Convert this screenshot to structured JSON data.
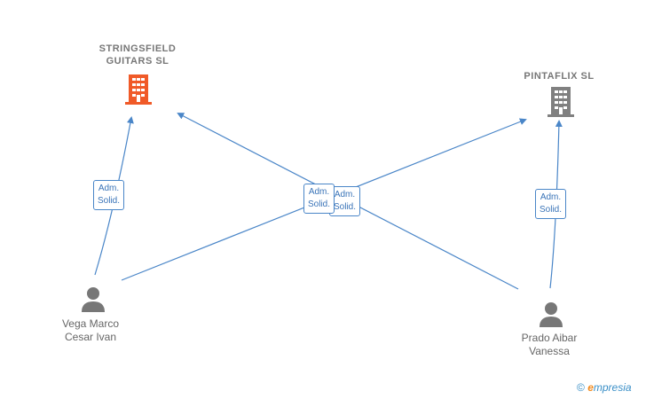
{
  "nodes": {
    "company1": {
      "name_line1": "STRINGSFIELD",
      "name_line2": "GUITARS  SL",
      "color": "#f05a28"
    },
    "company2": {
      "name_line1": "PINTAFLIX  SL",
      "color": "#808080"
    },
    "person1": {
      "name_line1": "Vega Marco",
      "name_line2": "Cesar Ivan"
    },
    "person2": {
      "name_line1": "Prado Aibar",
      "name_line2": "Vanessa"
    }
  },
  "edges": [
    {
      "label_line1": "Adm.",
      "label_line2": "Solid."
    },
    {
      "label_line1": "Adm.",
      "label_line2": "Solid."
    },
    {
      "label_line1": "Adm.",
      "label_line2": "Solid."
    },
    {
      "label_line1": "Adm.",
      "label_line2": "Solid."
    }
  ],
  "edge_color": "#4a86c8",
  "watermark": {
    "copyright": "©",
    "brand_initial": "e",
    "brand_rest": "mpresia"
  }
}
